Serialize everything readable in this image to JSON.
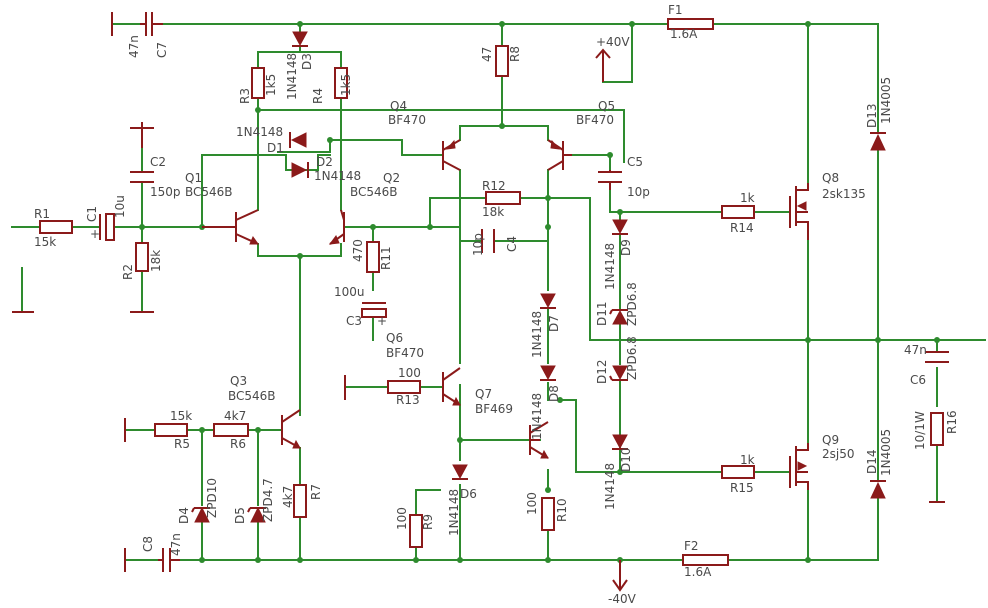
{
  "colors": {
    "wire": "#2e8b2e",
    "component": "#8b1a1a",
    "text": "#4a4a4a",
    "background": "#ffffff"
  },
  "rails": {
    "pos": "+40V",
    "neg": "-40V"
  },
  "labels": {
    "c7": "C7",
    "c7v": "47n",
    "f1": "F1",
    "f1v": "1.6A",
    "f2": "F2",
    "f2v": "1.6A",
    "r8": "R8",
    "r8v": "47",
    "d3": "D3",
    "d3v": "1N4148",
    "r3": "R3",
    "r3v": "1k5",
    "r4": "R4",
    "r4v": "1k5",
    "q4": "Q4",
    "q4v": "BF470",
    "q5": "Q5",
    "q5v": "BF470",
    "d1": "D1",
    "d1v": "1N4148",
    "d2": "D2",
    "d2v": "1N4148",
    "c2": "C2",
    "c2v": "150p",
    "q1": "Q1",
    "q1v": "BC546B",
    "q2": "Q2",
    "q2v": "BC546B",
    "c5": "C5",
    "c5v": "10p",
    "q8": "Q8",
    "q8v": "2sk135",
    "r1": "R1",
    "r1v": "15k",
    "c1": "C1",
    "c1v": "10u",
    "r12": "R12",
    "r12v": "18k",
    "r14": "R14",
    "r14v": "1k",
    "d13": "D13",
    "d13v": "1N4005",
    "r2": "R2",
    "r2v": "18k",
    "r11": "R11",
    "r11v": "470",
    "c4": "C4",
    "c4v": "10p",
    "d9": "D9",
    "d9v": "1N4148",
    "c3": "C3",
    "c3v": "100u",
    "d11": "D11",
    "d11v": "ZPD6.8",
    "d7": "D7",
    "d7v": "1N4148",
    "q6": "Q6",
    "q6v": "BF470",
    "c6": "C6",
    "c6v": "47n",
    "d12": "D12",
    "d12v": "ZPD6.8",
    "r13": "R13",
    "r13v": "100",
    "q7": "Q7",
    "q7v": "BF469",
    "d8": "D8",
    "d8v": "1N4148",
    "q3": "Q3",
    "q3v": "BC546B",
    "r16": "R16",
    "r16v": "10/1W",
    "r5": "R5",
    "r5v": "15k",
    "r6": "R6",
    "r6v": "4k7",
    "r15": "R15",
    "r15v": "1k",
    "q9": "Q9",
    "q9v": "2sj50",
    "d14": "D14",
    "d14v": "1N4005",
    "d10": "D10",
    "d10v": "1N4148",
    "r7": "R7",
    "r7v": "4k7",
    "d4": "D4",
    "d4v": "ZPD10",
    "d5": "D5",
    "d5v": "ZPD4.7",
    "r9": "R9",
    "r9v": "100",
    "d6": "D6",
    "d6v": "1N4148",
    "r10": "R10",
    "r10v": "100",
    "c8": "C8",
    "c8v": "47n"
  }
}
